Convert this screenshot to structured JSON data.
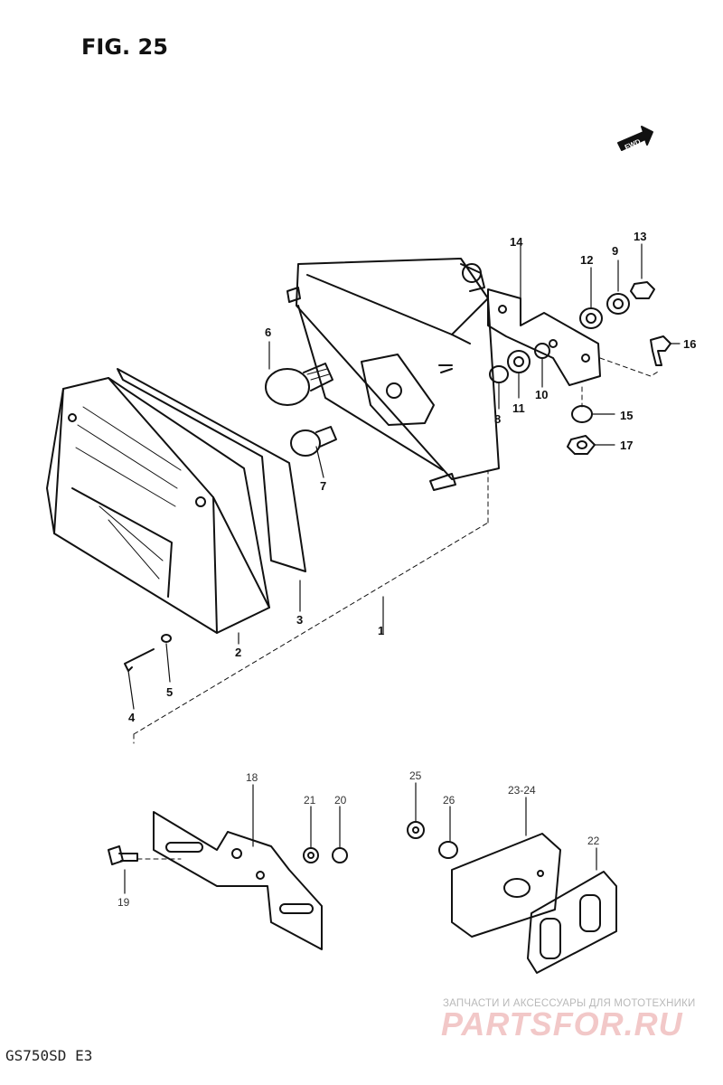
{
  "figure": {
    "title": "FIG. 25",
    "model": "GS750SD  E3",
    "fwd_label": "FWD"
  },
  "callouts": [
    {
      "id": "1",
      "text": "1"
    },
    {
      "id": "2",
      "text": "2"
    },
    {
      "id": "3",
      "text": "3"
    },
    {
      "id": "4",
      "text": "4"
    },
    {
      "id": "5",
      "text": "5"
    },
    {
      "id": "6",
      "text": "6"
    },
    {
      "id": "7",
      "text": "7"
    },
    {
      "id": "8",
      "text": "8"
    },
    {
      "id": "9",
      "text": "9"
    },
    {
      "id": "10",
      "text": "10"
    },
    {
      "id": "11",
      "text": "11"
    },
    {
      "id": "12",
      "text": "12"
    },
    {
      "id": "13",
      "text": "13"
    },
    {
      "id": "14",
      "text": "14"
    },
    {
      "id": "15",
      "text": "15"
    },
    {
      "id": "16",
      "text": "16"
    },
    {
      "id": "17",
      "text": "17"
    },
    {
      "id": "18",
      "text": "18"
    },
    {
      "id": "19",
      "text": "19"
    },
    {
      "id": "20",
      "text": "20"
    },
    {
      "id": "21",
      "text": "21"
    },
    {
      "id": "22",
      "text": "22"
    },
    {
      "id": "23-24",
      "text": "23-24"
    },
    {
      "id": "25",
      "text": "25"
    },
    {
      "id": "26",
      "text": "26"
    }
  ],
  "watermark": {
    "tagline": "ЗАПЧАСТИ И АКСЕССУАРЫ ДЛЯ МОТОТЕХНИКИ",
    "logo": "PARTSFOR.RU"
  },
  "colors": {
    "ink": "#111111",
    "watermark_logo": "#f2c8c8",
    "watermark_text": "#b9b9b9"
  }
}
